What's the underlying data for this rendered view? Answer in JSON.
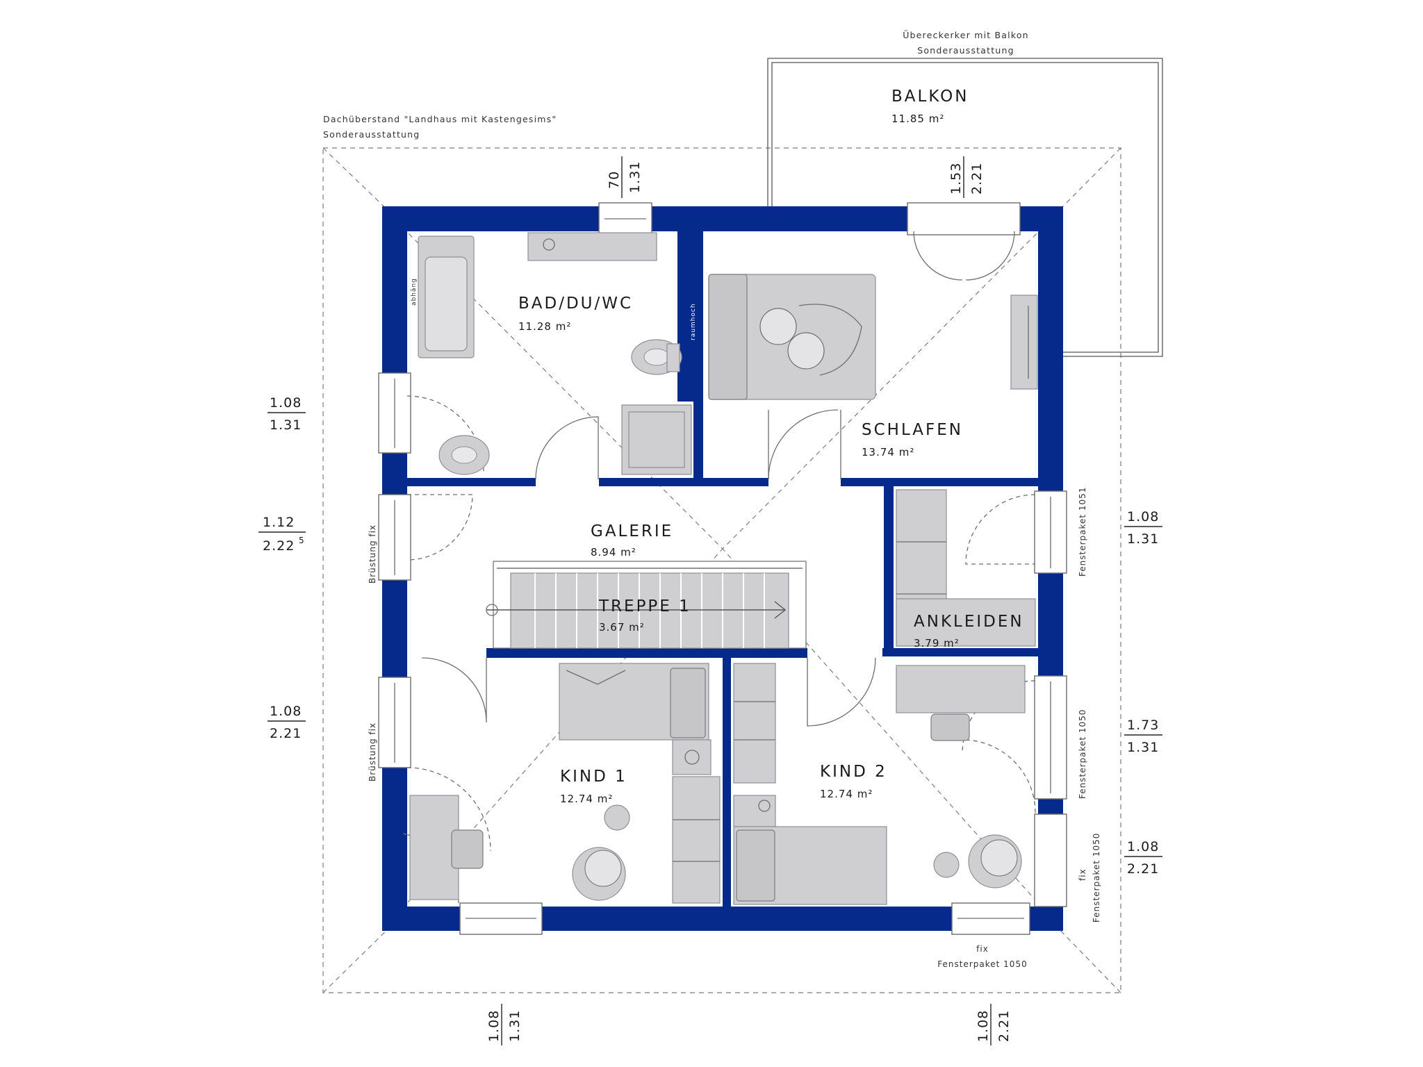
{
  "plan": {
    "notes": {
      "roof_line1": "Dachüberstand \"Landhaus mit Kastengesims\"",
      "roof_line2": "Sonderausstattung",
      "bay_line1": "Übereckerker mit Balkon",
      "bay_line2": "Sonderausstattung"
    },
    "rooms": {
      "balkon": {
        "name": "BALKON",
        "area": "11.85 m²"
      },
      "bad": {
        "name": "BAD/DU/WC",
        "area": "11.28 m²"
      },
      "schlafen": {
        "name": "SCHLAFEN",
        "area": "13.74 m²"
      },
      "galerie": {
        "name": "GALERIE",
        "area": "8.94 m²"
      },
      "treppe": {
        "name": "TREPPE 1",
        "area": "3.67 m²"
      },
      "ankleiden": {
        "name": "ANKLEIDEN",
        "area": "3.79 m²"
      },
      "kind1": {
        "name": "KIND 1",
        "area": "12.74 m²"
      },
      "kind2": {
        "name": "KIND 2",
        "area": "12.74 m²"
      }
    },
    "dimensions": {
      "top_bad": {
        "upper": "70",
        "lower": "1.31"
      },
      "top_schlafen": {
        "upper": "1.53",
        "lower": "2.21"
      },
      "left_bad": {
        "upper": "1.08",
        "lower": "1.31"
      },
      "left_galerie": {
        "upper": "1.12",
        "lower": "2.22",
        "sup": "5"
      },
      "left_kind1": {
        "upper": "1.08",
        "lower": "2.21"
      },
      "right_ankleiden": {
        "upper": "1.08",
        "lower": "1.31"
      },
      "right_kind2a": {
        "upper": "1.73",
        "lower": "1.31"
      },
      "right_kind2b": {
        "upper": "1.08",
        "lower": "2.21"
      },
      "bottom_kind1": {
        "upper": "1.08",
        "lower": "1.31"
      },
      "bottom_kind2": {
        "upper": "1.08",
        "lower": "2.21"
      }
    },
    "window_labels": {
      "bruestung_fix": "Brüstung fix",
      "fensterpaket_1051": "Fensterpaket 1051",
      "fensterpaket_1050": "Fensterpaket 1050",
      "fix": "fix",
      "abhang": "abhäng",
      "raumhoch": "raumhoch"
    },
    "colors": {
      "wall": "#052a8c",
      "furniture": "#cfcfd1"
    }
  }
}
